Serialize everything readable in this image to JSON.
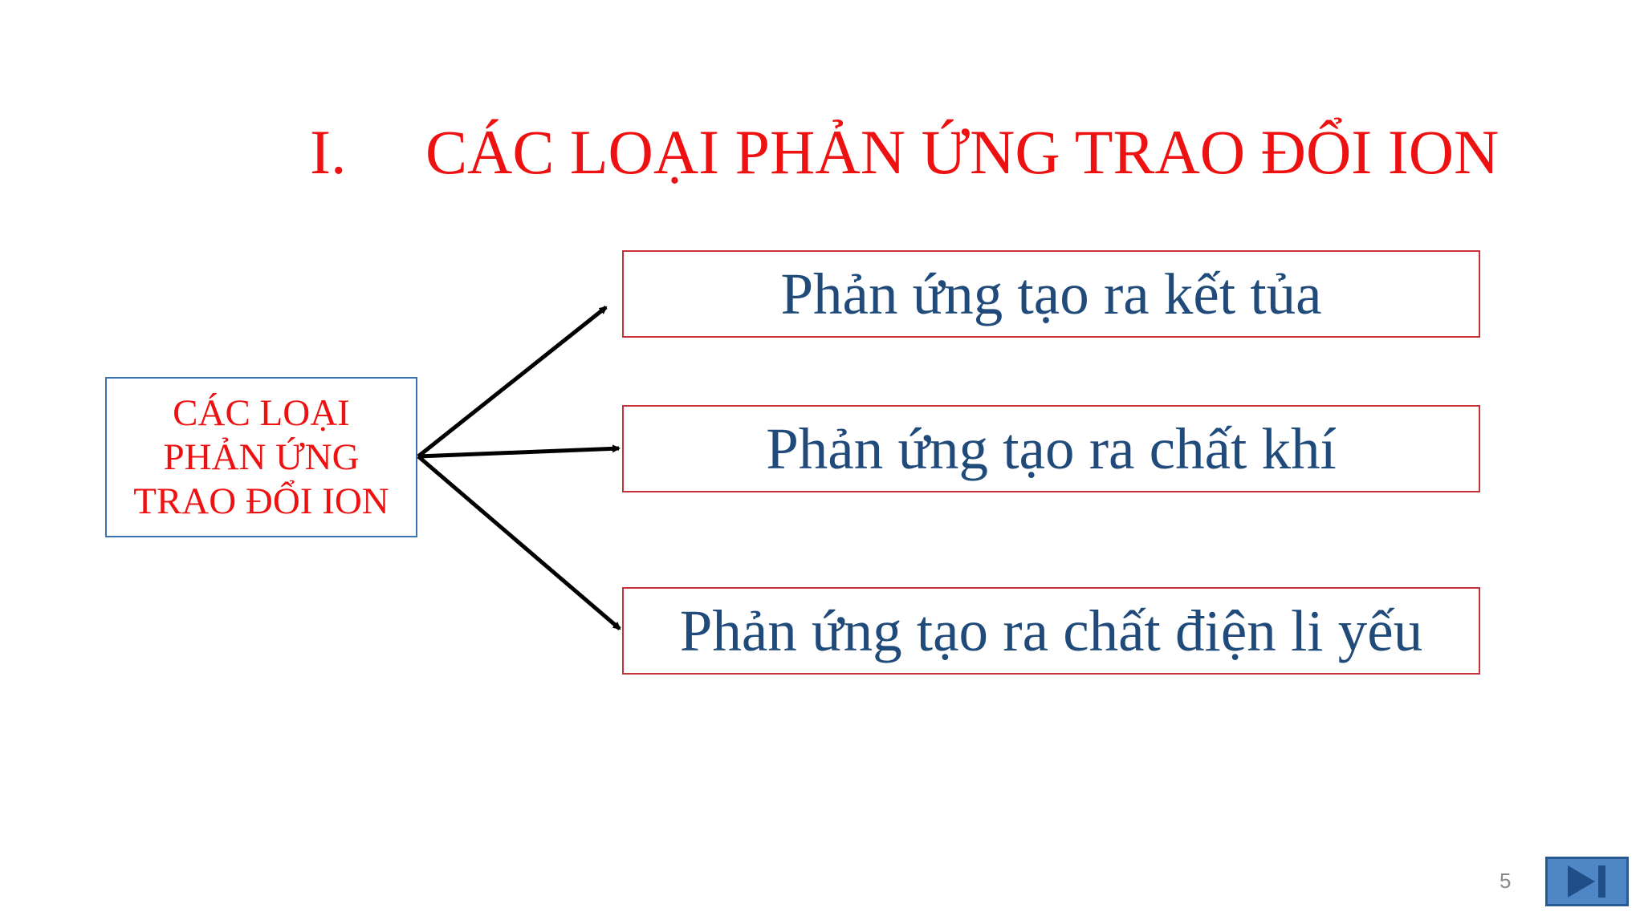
{
  "slide": {
    "title_number": "I.",
    "title_text": "CÁC LOẠI PHẢN ỨNG TRAO ĐỔI ION",
    "page_number": "5"
  },
  "diagram": {
    "root_lines": [
      "CÁC LOẠI",
      "PHẢN ỨNG",
      "TRAO ĐỔI ION"
    ],
    "branches": [
      "Phản ứng tạo ra kết tủa",
      "Phản ứng tạo ra chất khí",
      "Phản ứng tạo ra chất điện li yếu"
    ]
  },
  "controls": {
    "next_icon": "skip-to-end-icon"
  },
  "colors": {
    "title": "#ee1111",
    "root_text": "#ee1111",
    "root_border": "#3a74b0",
    "branch_text": "#1f4a7a",
    "branch_border": "#c8303a",
    "arrow": "#000000",
    "button": "#4f86c6"
  }
}
